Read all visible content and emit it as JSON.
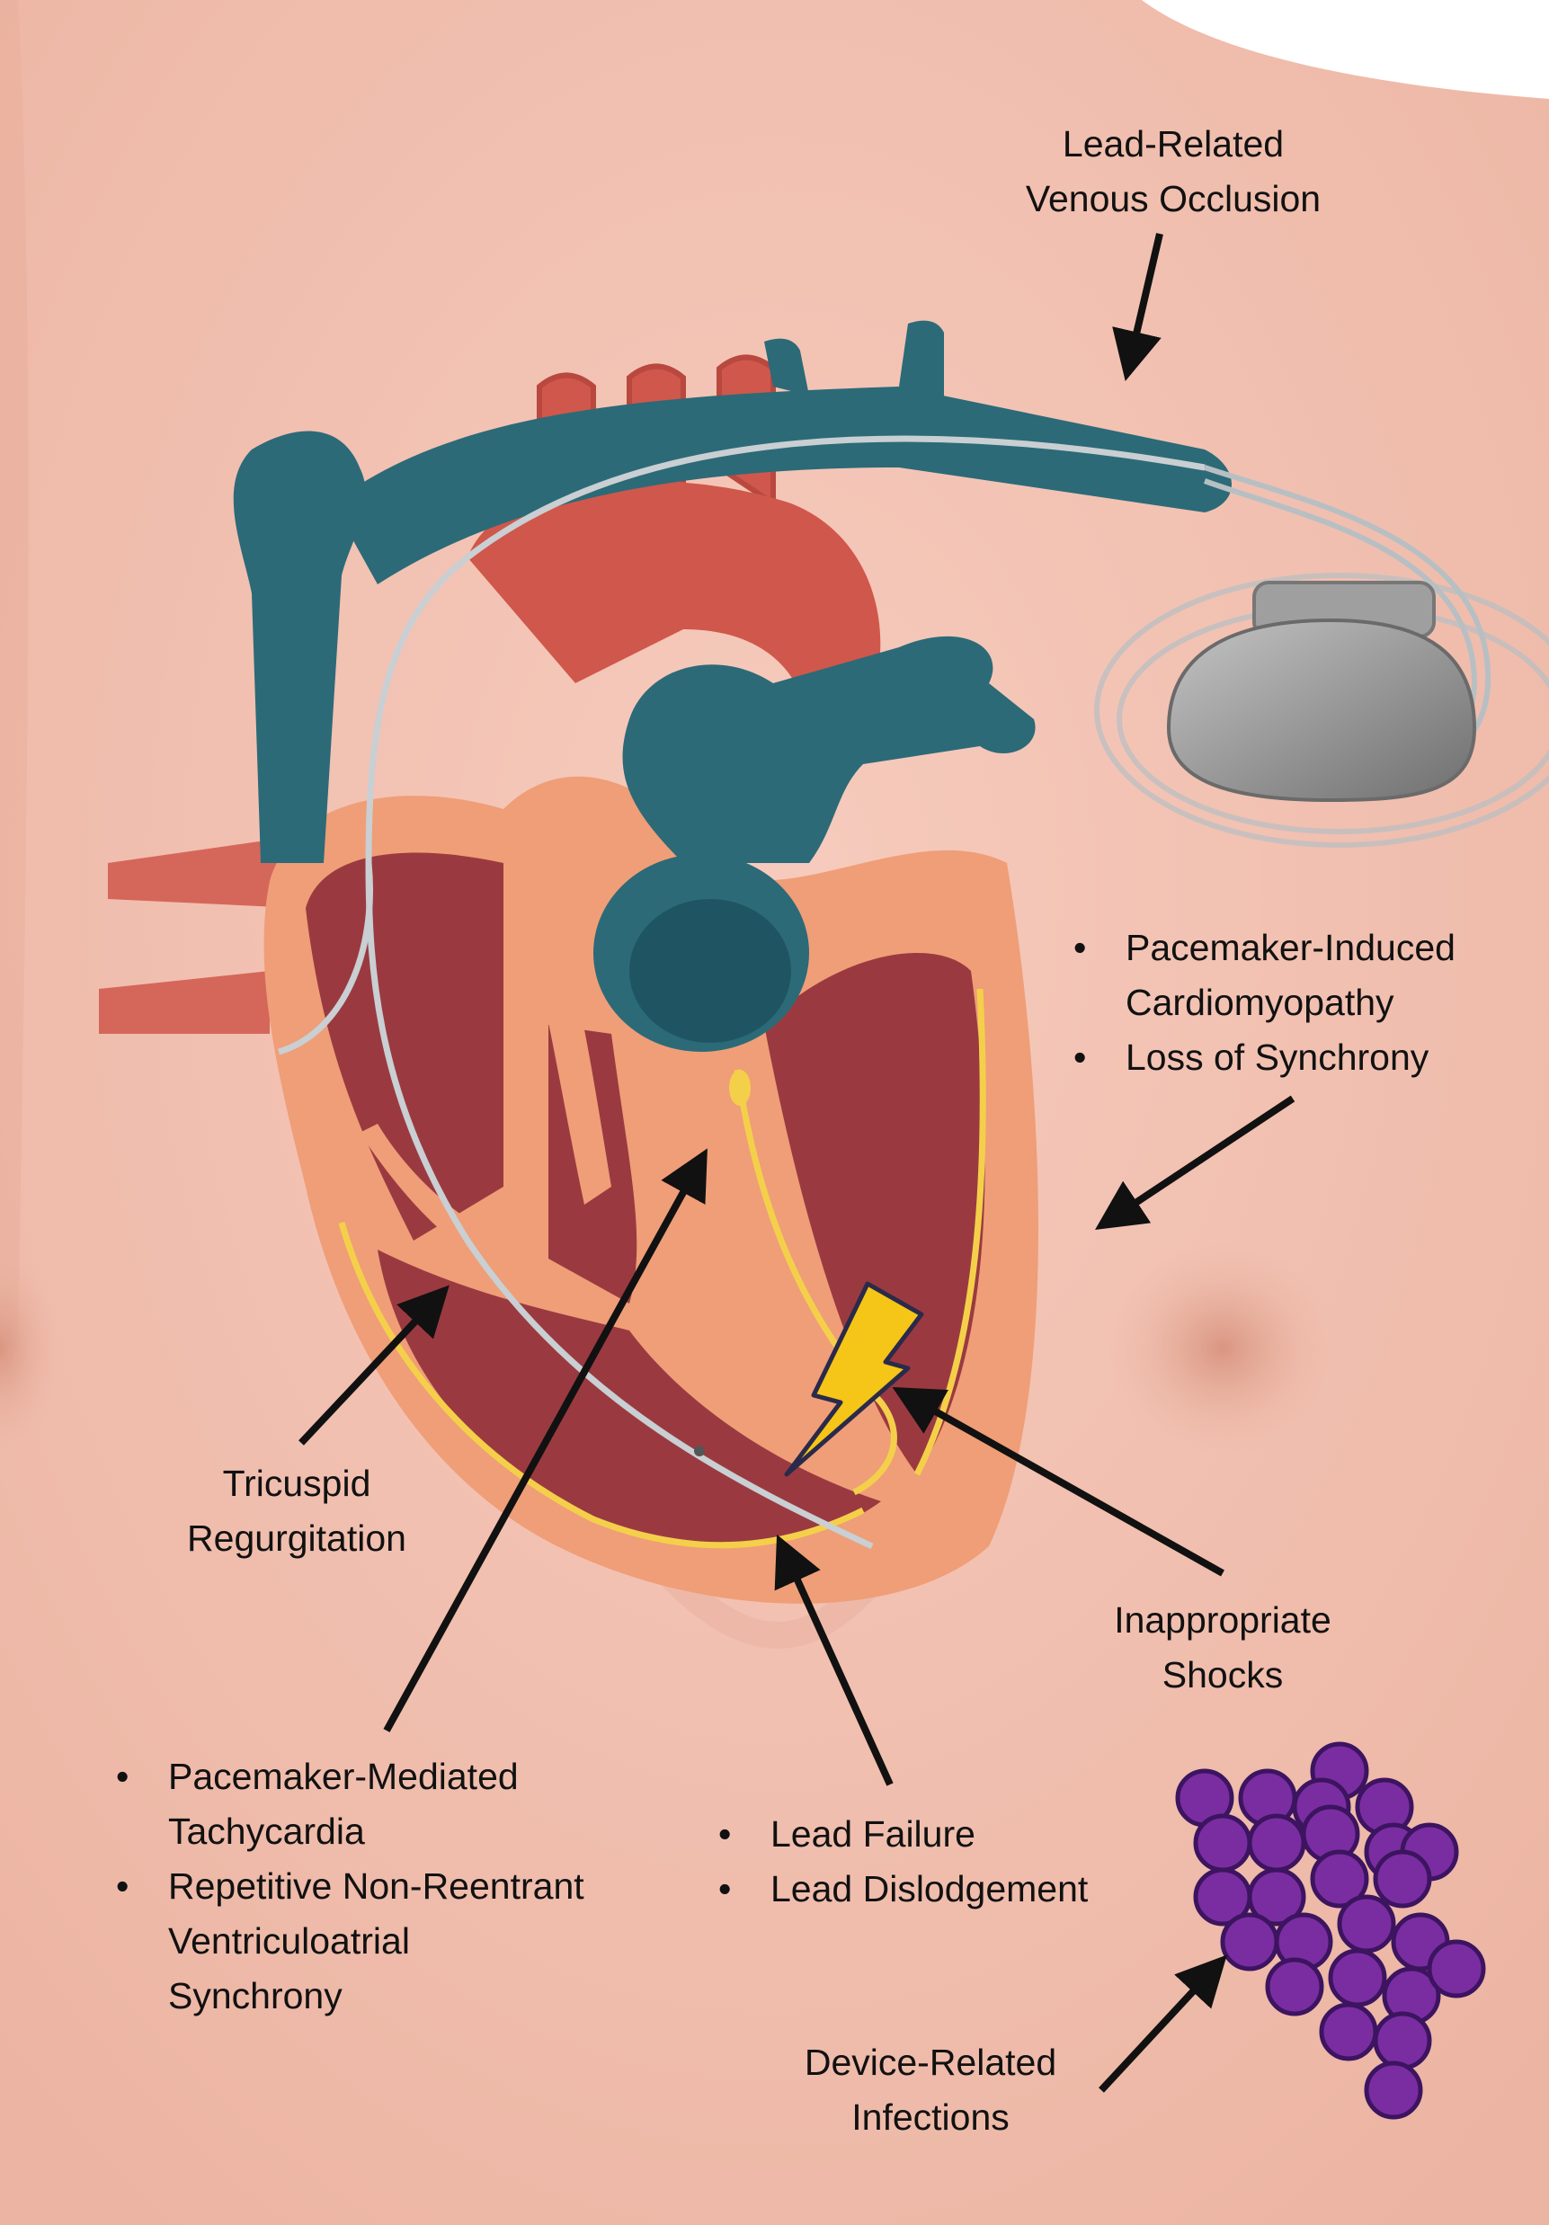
{
  "colors": {
    "skin": "#f2c2b5",
    "vein": "#2c6a78",
    "artery": "#d0574b",
    "myocardium_outer": "#ef9e78",
    "myocardium_inner": "#9a3a40",
    "conduction": "#f4d04a",
    "device": "#8d8d8d",
    "lead": "#b7bfc3",
    "bacteria": "#7a2da0",
    "shock_bolt": "#f5c518",
    "arrow": "#111111"
  },
  "icons": [
    "heart-illustration",
    "pacemaker-device-icon",
    "pacing-lead",
    "lightning-bolt-icon",
    "bacteria-cluster-icon"
  ],
  "annotations": {
    "venous_occlusion": {
      "line1": "Lead-Related",
      "line2": "Venous Occlusion"
    },
    "cardiomyopathy": {
      "item1_line1": "Pacemaker-Induced",
      "item1_line2": "Cardiomyopathy",
      "item2": "Loss of Synchrony"
    },
    "tricuspid": {
      "line1": "Tricuspid",
      "line2": "Regurgitation"
    },
    "shocks": {
      "line1": "Inappropriate",
      "line2": "Shocks"
    },
    "tachycardia": {
      "item1_line1": "Pacemaker-Mediated",
      "item1_line2": "Tachycardia",
      "item2_line1": "Repetitive Non-Reentrant",
      "item2_line2": "Ventriculoatrial",
      "item2_line3": "Synchrony"
    },
    "lead": {
      "item1": "Lead Failure",
      "item2": "Lead Dislodgement"
    },
    "infections": {
      "line1": "Device-Related",
      "line2": "Infections"
    }
  }
}
